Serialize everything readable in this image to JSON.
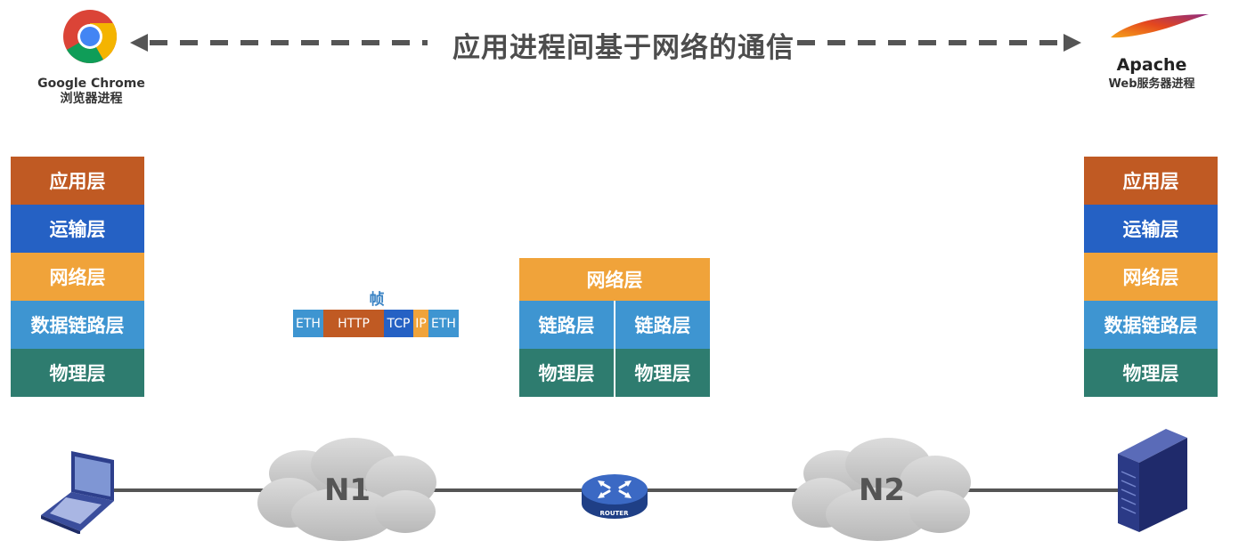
{
  "title": "应用进程间基于网络的通信",
  "left_app": {
    "name": "Google Chrome",
    "role": "浏览器进程"
  },
  "right_app": {
    "name": "Apache",
    "role": "Web服务器进程"
  },
  "left_stack": [
    {
      "label": "应用层",
      "color": "#c05a23"
    },
    {
      "label": "运输层",
      "color": "#2561c4"
    },
    {
      "label": "网络层",
      "color": "#f0a33a"
    },
    {
      "label": "数据链路层",
      "color": "#3e95d1"
    },
    {
      "label": "物理层",
      "color": "#2e7c6f"
    }
  ],
  "right_stack": [
    {
      "label": "应用层",
      "color": "#c05a23"
    },
    {
      "label": "运输层",
      "color": "#2561c4"
    },
    {
      "label": "网络层",
      "color": "#f0a33a"
    },
    {
      "label": "数据链路层",
      "color": "#3e95d1"
    },
    {
      "label": "物理层",
      "color": "#2e7c6f"
    }
  ],
  "frame": {
    "title": "帧",
    "segments": [
      {
        "label": "ETH",
        "color": "#3e95d1"
      },
      {
        "label": "HTTP",
        "color": "#c05a23"
      },
      {
        "label": "TCP",
        "color": "#2561c4"
      },
      {
        "label": "IP",
        "color": "#f0a33a"
      },
      {
        "label": "ETH",
        "color": "#3e95d1"
      }
    ]
  },
  "router_stack": {
    "network": "网络层",
    "link_left": "链路层",
    "link_right": "链路层",
    "phys_left": "物理层",
    "phys_right": "物理层"
  },
  "networks": {
    "n1": "N1",
    "n2": "N2"
  },
  "router_label": "ROUTER"
}
